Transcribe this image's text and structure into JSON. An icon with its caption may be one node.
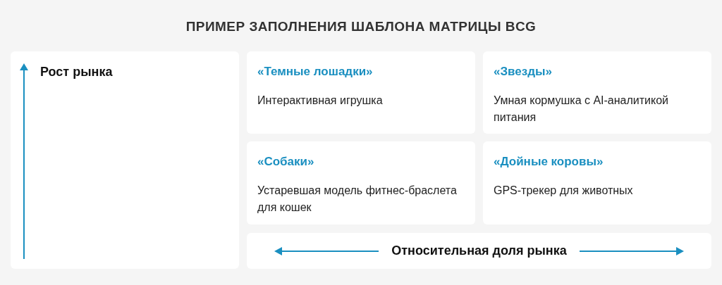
{
  "diagram": {
    "title": "ПРИМЕР ЗАПОЛНЕНИЯ ШАБЛОНА МАТРИЦЫ BCG",
    "nodes": [
      {
        "text": [
          "Рост рынка"
        ]
      },
      {
        "text": [
          "«Темные лошадки»",
          "Интерактивная игрушка"
        ]
      },
      {
        "text": [
          "«Звезды»",
          "Умная кормушка с AI-аналитикой питания"
        ]
      },
      {
        "text": [
          "«Собаки»",
          "Устаревшая модель фитнес-браслета для кошек"
        ]
      },
      {
        "text": [
          "«Дойные коровы»",
          "GPS-трекер для животных"
        ]
      },
      {
        "text": [
          "Относительная доля рынка"
        ]
      }
    ],
    "edges": []
  }
}
